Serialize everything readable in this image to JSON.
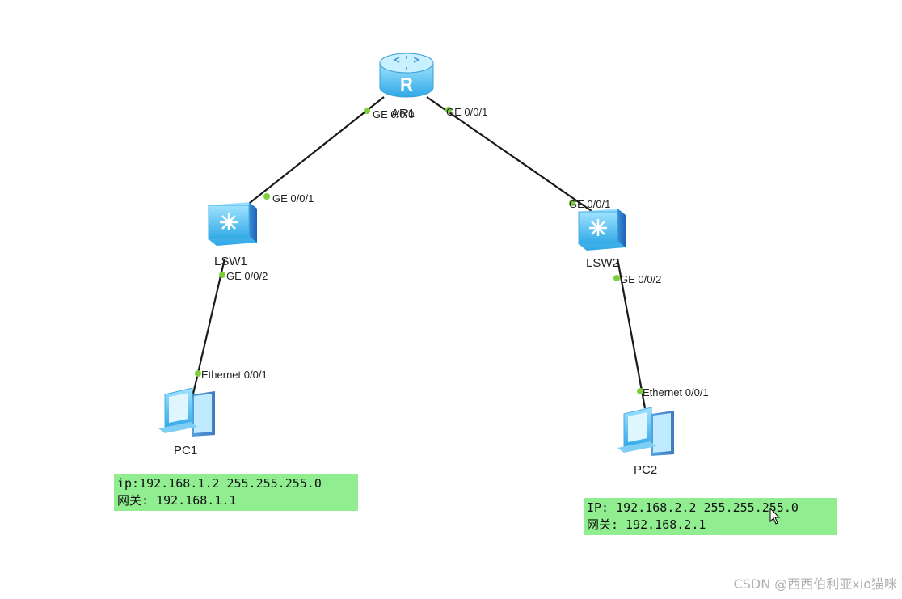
{
  "devices": {
    "router": {
      "name": "AR1",
      "glyph": "R"
    },
    "lsw1": {
      "name": "LSW1"
    },
    "lsw2": {
      "name": "LSW2"
    },
    "pc1": {
      "name": "PC1"
    },
    "pc2": {
      "name": "PC2"
    }
  },
  "links": [
    {
      "from": "router",
      "from_port": "GE 0/0/0",
      "to": "lsw1",
      "to_port": "GE 0/0/1"
    },
    {
      "from": "router",
      "from_port": "GE 0/0/1",
      "to": "lsw2",
      "to_port": "GE 0/0/1"
    },
    {
      "from": "lsw1",
      "from_port": "GE 0/0/2",
      "to": "pc1",
      "to_port": "Ethernet 0/0/1"
    },
    {
      "from": "lsw2",
      "from_port": "GE 0/0/2",
      "to": "pc2",
      "to_port": "Ethernet 0/0/1"
    }
  ],
  "notes": {
    "pc1": {
      "line1": "ip:192.168.1.2 255.255.255.0",
      "line2": "网关: 192.168.1.1"
    },
    "pc2": {
      "line1": "IP: 192.168.2.2 255.255.255.0",
      "line2": "网关: 192.168.2.1"
    }
  },
  "watermark": "CSDN @西西伯利亚xio猫咪",
  "colors": {
    "link": "#1a1a1a",
    "port_dot": "#7ccf3a",
    "note_bg": "#90ee90",
    "device": "#5bc4f0"
  }
}
